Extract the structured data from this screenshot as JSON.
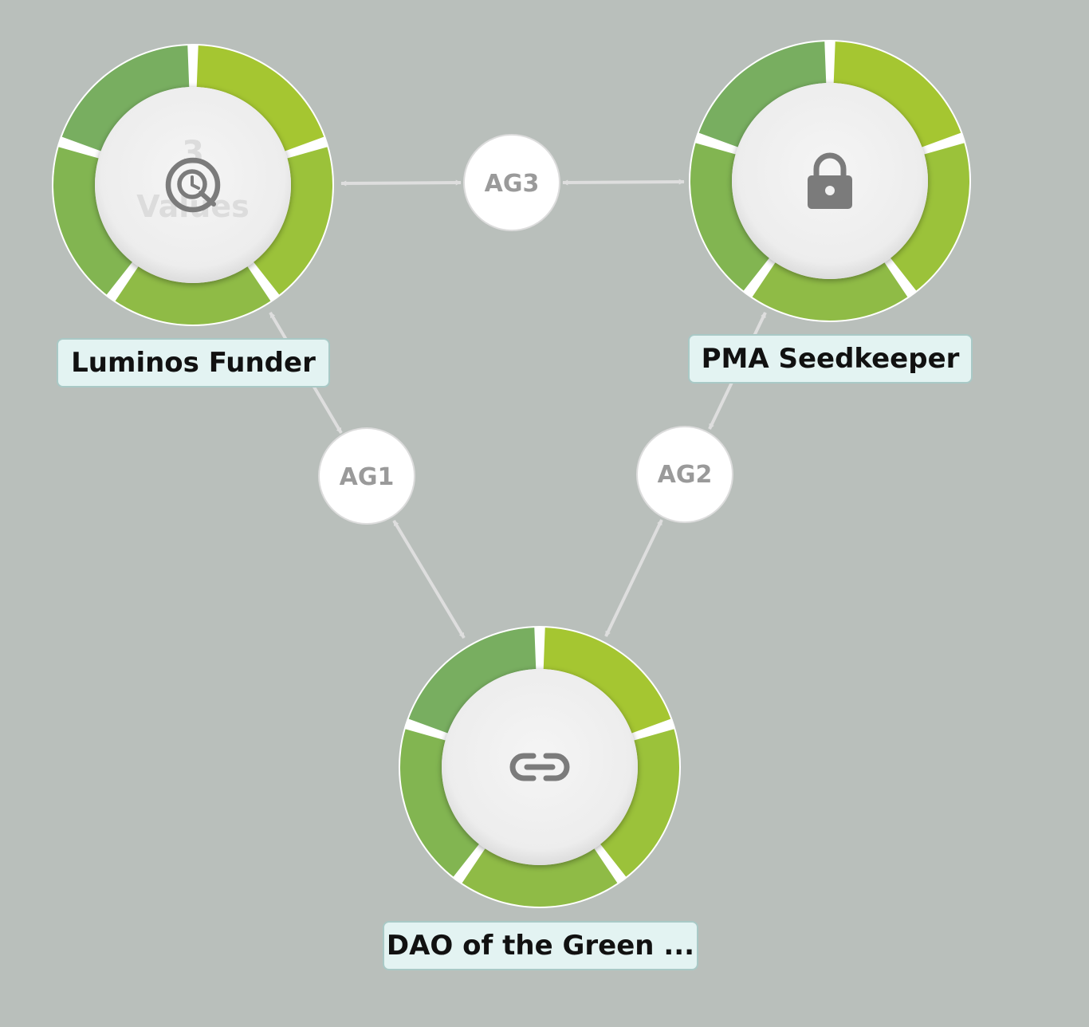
{
  "colors": {
    "background": "#b9bfbb",
    "segment_palette": [
      "#a5c631",
      "#9bc23a",
      "#8fbb46",
      "#82b551",
      "#78ae60"
    ],
    "label_bg": "#e3f3f2",
    "edge": "#dedede",
    "icon": "#7b7b7b"
  },
  "nodes": [
    {
      "id": "luminos",
      "label": "Luminos Funder",
      "icon": "clock-icon",
      "ghost_number": "3",
      "ghost_text": "Values",
      "segments": 5
    },
    {
      "id": "pma",
      "label": "PMA Seedkeeper",
      "icon": "lock-icon",
      "segments": 5
    },
    {
      "id": "dao",
      "label": "DAO of the Green ...",
      "icon": "link-icon",
      "segments": 5
    }
  ],
  "agreements": [
    {
      "id": "ag1",
      "label": "AG1",
      "connects": [
        "luminos",
        "dao"
      ]
    },
    {
      "id": "ag2",
      "label": "AG2",
      "connects": [
        "pma",
        "dao"
      ]
    },
    {
      "id": "ag3",
      "label": "AG3",
      "connects": [
        "luminos",
        "pma"
      ]
    }
  ]
}
